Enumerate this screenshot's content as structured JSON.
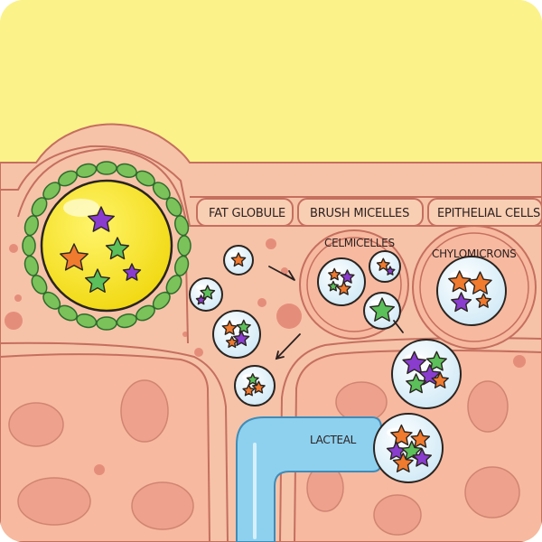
{
  "labels": {
    "fat_globule": "FAT GLOBULE",
    "brush_micelles": "BRUSH MICELLES",
    "epithelial_cells": "EPITHELIAL CELLS",
    "celmicelles": "CELMICELLES",
    "chylomicrons": "CHYLOMICRONS",
    "lacteal": "LACTEAL"
  },
  "colors": {
    "lumen": "#fbf28a",
    "tissue": "#f6c3a8",
    "tissue_band": "#f9cfb4",
    "cell_fill": "#f7b9a0",
    "outline": "#c56f5f",
    "fat_globule": "#f7e62a",
    "green_ring": "#7bc25a",
    "lacteal": "#8ed1ef",
    "star_purple": "#8a3ccf",
    "star_orange": "#f07a2e",
    "star_green": "#5bbf5a",
    "bubble": "#dff1fa"
  }
}
